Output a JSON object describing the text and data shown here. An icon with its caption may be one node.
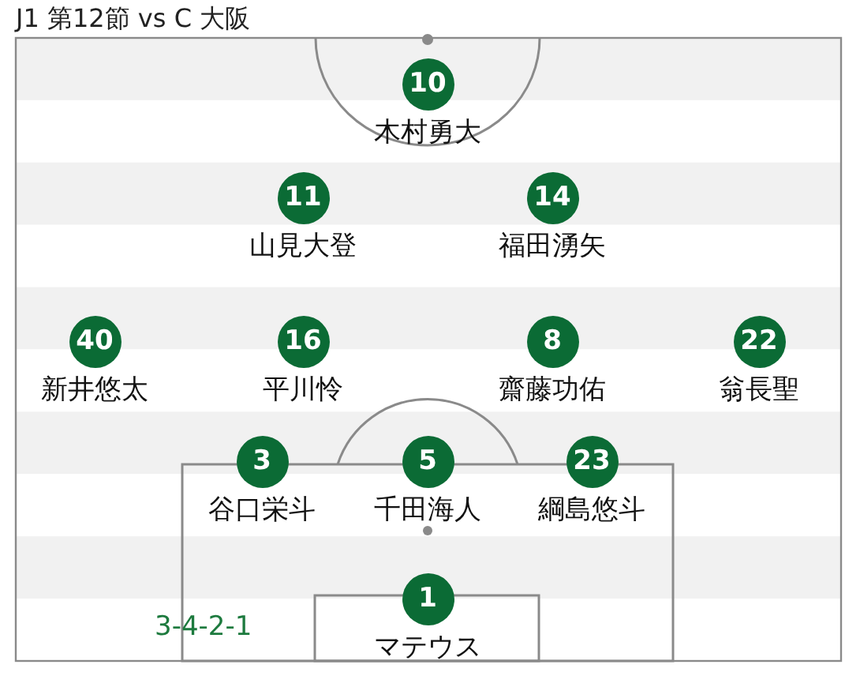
{
  "diagram": {
    "title": "J1 第12節 vs C 大阪",
    "nodes": [
      {
        "text": [
          "10"
        ],
        "beside": [
          "木村勇大"
        ]
      },
      {
        "text": [
          "11"
        ],
        "beside": [
          "山見大登"
        ]
      },
      {
        "text": [
          "14"
        ],
        "beside": [
          "福田湧矢"
        ]
      },
      {
        "text": [
          "40"
        ],
        "beside": [
          "新井悠太"
        ]
      },
      {
        "text": [
          "16"
        ],
        "beside": [
          "平川怜"
        ]
      },
      {
        "text": [
          "8"
        ],
        "beside": [
          "齋藤功佑"
        ]
      },
      {
        "text": [
          "22"
        ],
        "beside": [
          "翁長聖"
        ]
      },
      {
        "text": [
          "3"
        ],
        "beside": [
          "谷口栄斗"
        ]
      },
      {
        "text": [
          "5"
        ],
        "beside": [
          "千田海人"
        ]
      },
      {
        "text": [
          "23"
        ],
        "beside": [
          "綱島悠斗"
        ]
      },
      {
        "text": [
          "1"
        ],
        "beside": [
          "マテウス"
        ]
      }
    ],
    "labels": [
      "3-4-2-1"
    ]
  }
}
